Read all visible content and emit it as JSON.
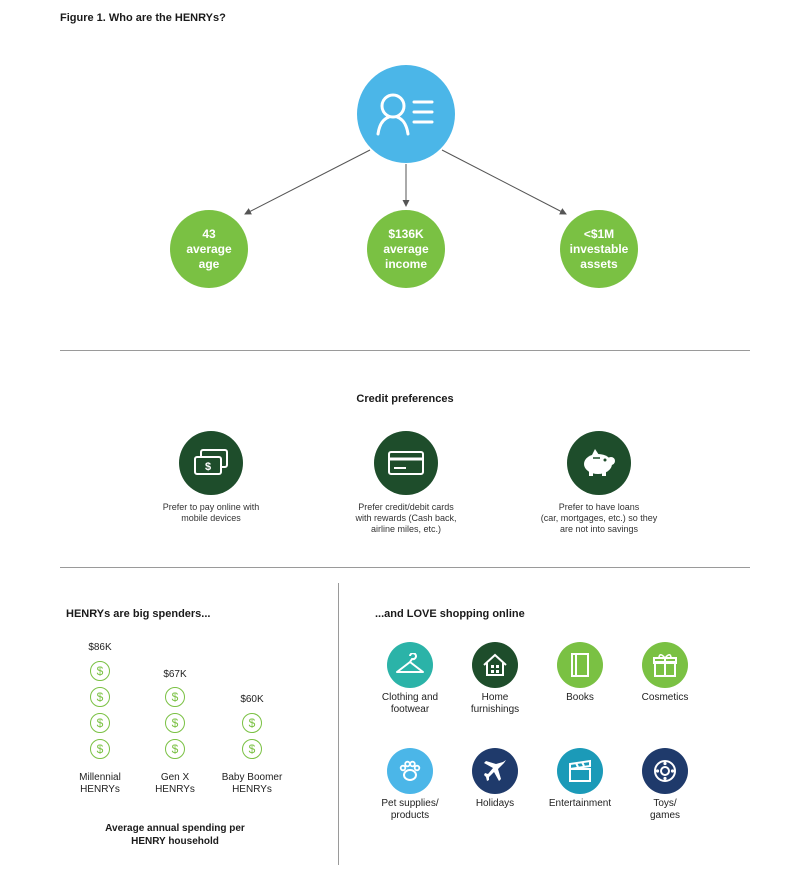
{
  "figure_title": "Figure 1. Who are the HENRYs?",
  "top": {
    "icon": "user-list-icon",
    "stats": [
      {
        "text": "43\naverage\nage"
      },
      {
        "text": "$136K\naverage\nincome"
      },
      {
        "text": "<$1M\ninvestable\nassets"
      }
    ]
  },
  "credit": {
    "title": "Credit preferences",
    "items": [
      {
        "icon": "cash-icon",
        "text": "Prefer to pay online with\nmobile devices"
      },
      {
        "icon": "credit-card-icon",
        "text": "Prefer credit/debit cards\nwith rewards (Cash back,\nairline miles, etc.)"
      },
      {
        "icon": "piggy-bank-icon",
        "text": "Prefer to have loans\n(car, mortgages, etc.) so they\nare not into savings"
      }
    ]
  },
  "spenders": {
    "title": "HENRYs are big spenders...",
    "groups": [
      {
        "amount": "$86K",
        "coins": 4,
        "label": "Millennial\nHENRYs"
      },
      {
        "amount": "$67K",
        "coins": 3,
        "label": "Gen X\nHENRYs"
      },
      {
        "amount": "$60K",
        "coins": 2,
        "label": "Baby Boomer\nHENRYs"
      }
    ],
    "caption": "Average annual spending per\nHENRY household",
    "coin_symbol": "$"
  },
  "shopping": {
    "title": "...and LOVE shopping online",
    "categories": [
      {
        "icon": "hanger-icon",
        "color": "#2bb3a8",
        "label": "Clothing and\nfootwear"
      },
      {
        "icon": "house-icon",
        "color": "#1e4d2b",
        "label": "Home\nfurnishings"
      },
      {
        "icon": "book-icon",
        "color": "#7ac143",
        "label": "Books"
      },
      {
        "icon": "gift-icon",
        "color": "#7ac143",
        "label": "Cosmetics"
      },
      {
        "icon": "paw-icon",
        "color": "#4bb6e8",
        "label": "Pet supplies/\nproducts"
      },
      {
        "icon": "airplane-icon",
        "color": "#1f3a6b",
        "label": "Holidays"
      },
      {
        "icon": "clapperboard-icon",
        "color": "#1b9ab8",
        "label": "Entertainment"
      },
      {
        "icon": "toy-icon",
        "color": "#1f3a6b",
        "label": "Toys/\ngames"
      }
    ]
  },
  "colors": {
    "light_blue": "#4bb6e8",
    "green": "#7ac143",
    "dark_green": "#1e4d2b",
    "rule": "#9a9a9a"
  }
}
